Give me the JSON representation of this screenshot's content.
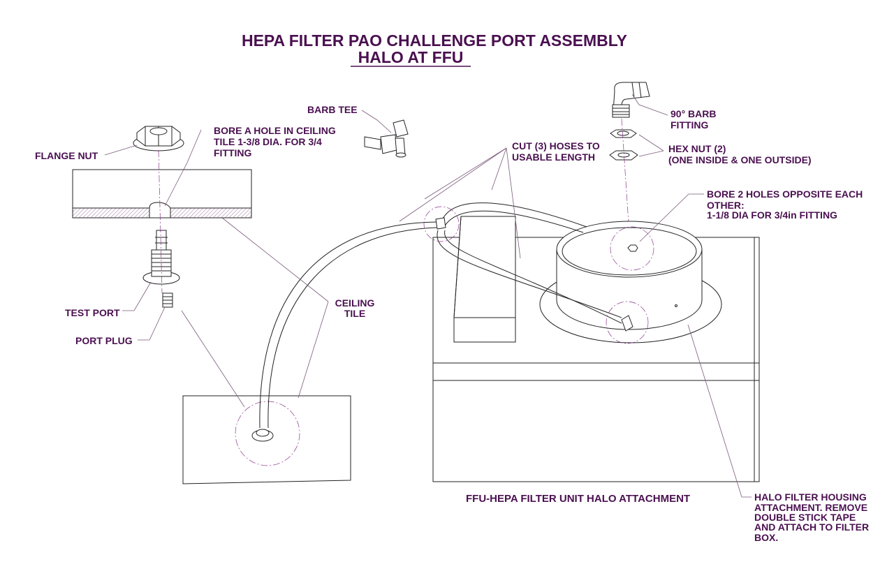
{
  "title": {
    "line1": "HEPA FILTER PAO CHALLENGE PORT ASSEMBLY",
    "line2": "HALO AT FFU"
  },
  "labels": {
    "flange_nut": "FLANGE NUT",
    "bore_ceiling": [
      "BORE A HOLE IN CEILING",
      "TILE 1-3/8 DIA. FOR 3/4",
      "FITTING"
    ],
    "barb_tee": "BARB TEE",
    "cut_hoses": [
      "CUT (3) HOSES TO",
      "USABLE LENGTH"
    ],
    "barb_90": [
      "90° BARB",
      "FITTING"
    ],
    "hex_nut": [
      "HEX NUT (2)",
      "(ONE INSIDE & ONE OUTSIDE)"
    ],
    "bore_2_holes": [
      "BORE 2 HOLES OPPOSITE EACH",
      "OTHER:",
      "1-1/8 DIA FOR 3/4in FITTING"
    ],
    "test_port": "TEST PORT",
    "port_plug": "PORT PLUG",
    "ceiling_tile": [
      "CEILING",
      "TILE"
    ],
    "ffu_caption": "FFU-HEPA FILTER UNIT HALO ATTACHMENT",
    "halo_housing": [
      "HALO FILTER HOUSING",
      "ATTACHMENT. REMOVE",
      "DOUBLE STICK TAPE",
      "AND ATTACH TO FILTER",
      "BOX."
    ]
  },
  "colors": {
    "label": "#4a1050",
    "line": "#222222",
    "leader": "#7a5a7a",
    "dashed_circle": "#8a3a8a",
    "hatch": "#b89ab8"
  }
}
